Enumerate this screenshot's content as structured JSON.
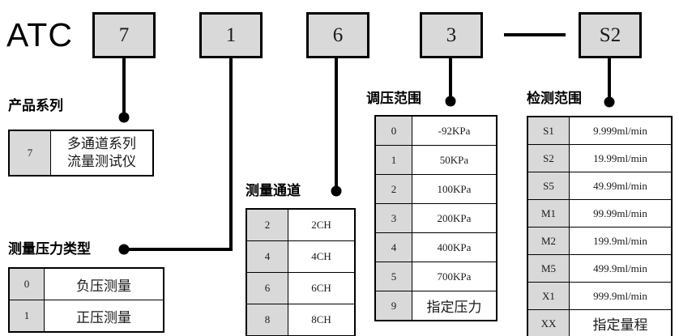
{
  "diagram": {
    "brand": "ATC",
    "separator": "—",
    "code_boxes": [
      {
        "name": "product-series",
        "value": "7"
      },
      {
        "name": "pressure-type",
        "value": "1"
      },
      {
        "name": "measuring-channel",
        "value": "6"
      },
      {
        "name": "pressure-range",
        "value": "3"
      },
      {
        "name": "detection-range",
        "value": "S2"
      }
    ],
    "sections": {
      "product_series": {
        "caption": "产品系列",
        "rows": [
          {
            "code": "7",
            "desc": "多通道系列\n流量测试仪",
            "cjk": true
          }
        ]
      },
      "pressure_type": {
        "caption": "测量压力类型",
        "rows": [
          {
            "code": "0",
            "desc": "负压测量",
            "cjk": true
          },
          {
            "code": "1",
            "desc": "正压测量",
            "cjk": true
          }
        ]
      },
      "measuring_channel": {
        "caption": "测量通道",
        "rows": [
          {
            "code": "2",
            "desc": "2CH",
            "cjk": false
          },
          {
            "code": "4",
            "desc": "4CH",
            "cjk": false
          },
          {
            "code": "6",
            "desc": "6CH",
            "cjk": false
          },
          {
            "code": "8",
            "desc": "8CH",
            "cjk": false
          }
        ]
      },
      "pressure_range": {
        "caption": "调压范围",
        "rows": [
          {
            "code": "0",
            "desc": "-92KPa",
            "cjk": false
          },
          {
            "code": "1",
            "desc": "50KPa",
            "cjk": false
          },
          {
            "code": "2",
            "desc": "100KPa",
            "cjk": false
          },
          {
            "code": "3",
            "desc": "200KPa",
            "cjk": false
          },
          {
            "code": "4",
            "desc": "400KPa",
            "cjk": false
          },
          {
            "code": "5",
            "desc": "700KPa",
            "cjk": false
          },
          {
            "code": "9",
            "desc": "指定压力",
            "cjk": true
          }
        ]
      },
      "detection_range": {
        "caption": "检测范围",
        "rows": [
          {
            "code": "S1",
            "desc": "9.999ml/min",
            "cjk": false
          },
          {
            "code": "S2",
            "desc": "19.99ml/min",
            "cjk": false
          },
          {
            "code": "S5",
            "desc": "49.99ml/min",
            "cjk": false
          },
          {
            "code": "M1",
            "desc": "99.99ml/min",
            "cjk": false
          },
          {
            "code": "M2",
            "desc": "199.9ml/min",
            "cjk": false
          },
          {
            "code": "M5",
            "desc": "499.9ml/min",
            "cjk": false
          },
          {
            "code": "X1",
            "desc": "999.9ml/min",
            "cjk": false
          },
          {
            "code": "XX",
            "desc": "指定量程",
            "cjk": true
          }
        ]
      }
    },
    "colors": {
      "box_fill": "#d9d9d9",
      "line": "#000000",
      "table_fill": "#ffffff",
      "text": "#1a1a1a"
    }
  }
}
